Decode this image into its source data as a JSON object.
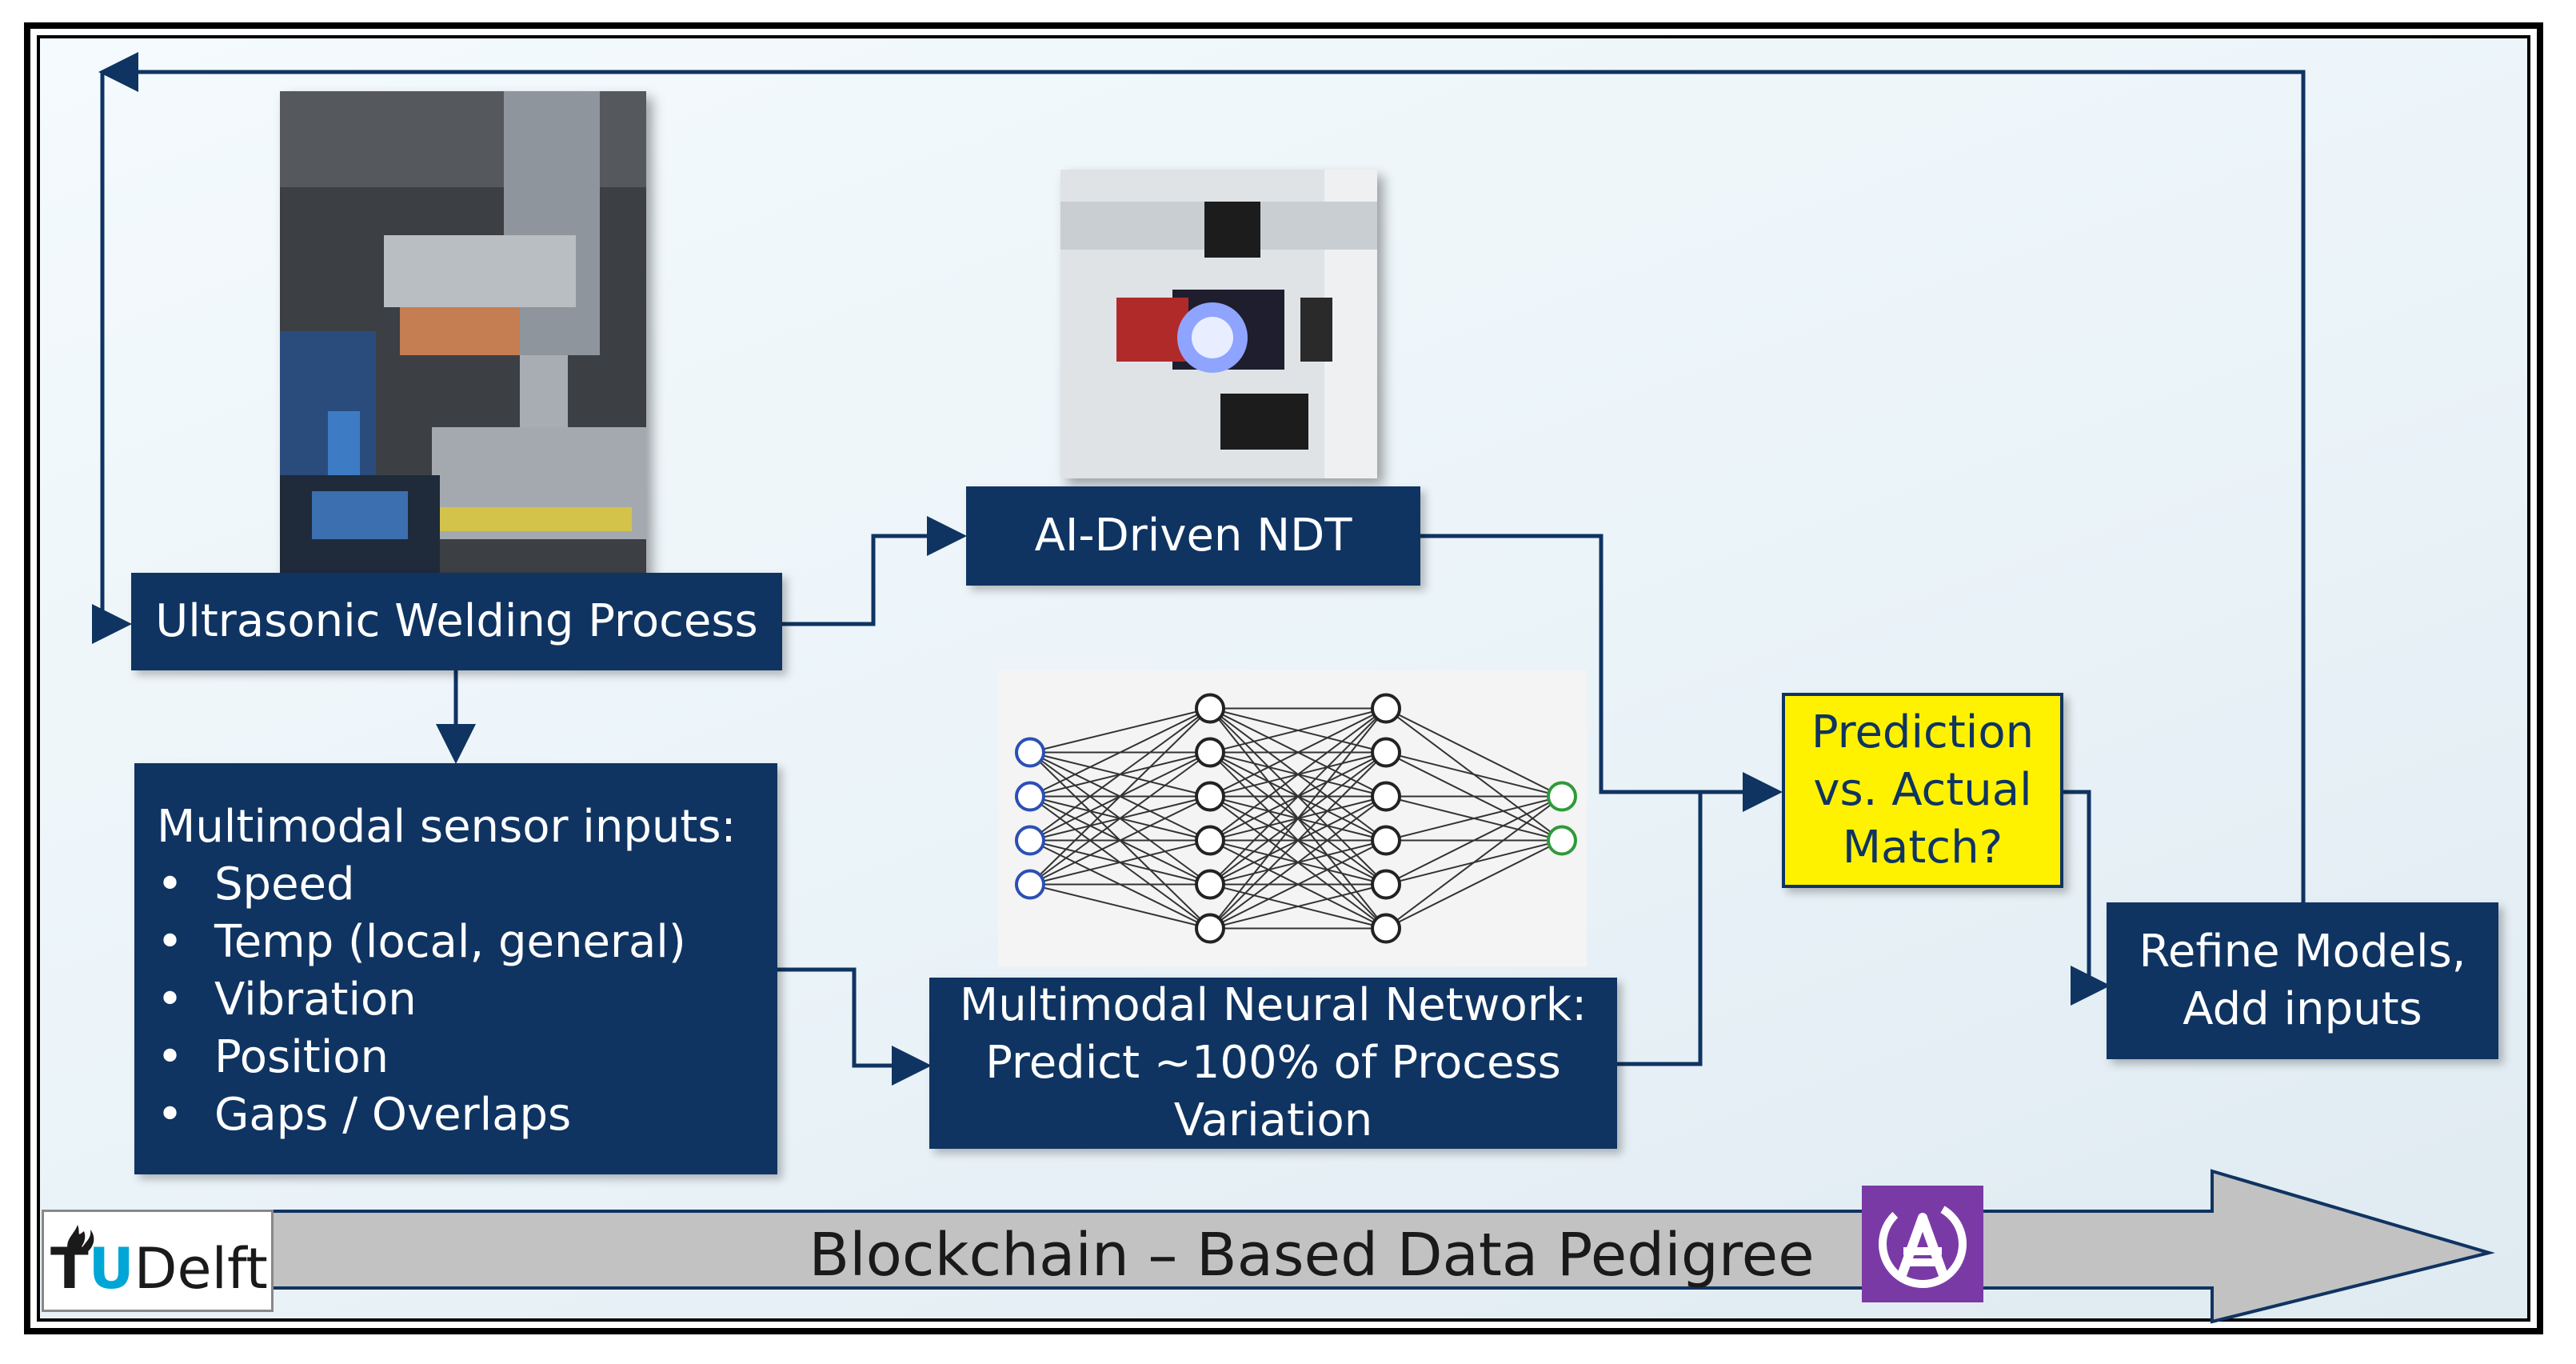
{
  "boxes": {
    "welding": "Ultrasonic Welding Process",
    "ndt": "AI-Driven NDT",
    "sensors_title": "Multimodal sensor inputs:",
    "sensors_items": [
      "Speed",
      "Temp (local, general)",
      "Vibration",
      "Position",
      "Gaps / Overlaps"
    ],
    "nn_lines": [
      "Multimodal Neural Network:",
      "Predict ~100% of Process",
      "Variation"
    ],
    "decision_lines": [
      "Prediction",
      "vs. Actual",
      "Match?"
    ],
    "refine_lines": [
      "Refine Models,",
      "Add inputs"
    ]
  },
  "banner": {
    "text": "Blockchain – Based Data Pedigree"
  },
  "logos": {
    "tudelft_t": "T",
    "tudelft_u": "U",
    "tudelft_rest": "Delft"
  },
  "colors": {
    "box_fill": "#0f3462",
    "decision_fill": "#fff200",
    "arrow_fill": "#c0c0c0",
    "logo_purple": "#7a3aa6",
    "tudelft_blue": "#00a6d6"
  }
}
